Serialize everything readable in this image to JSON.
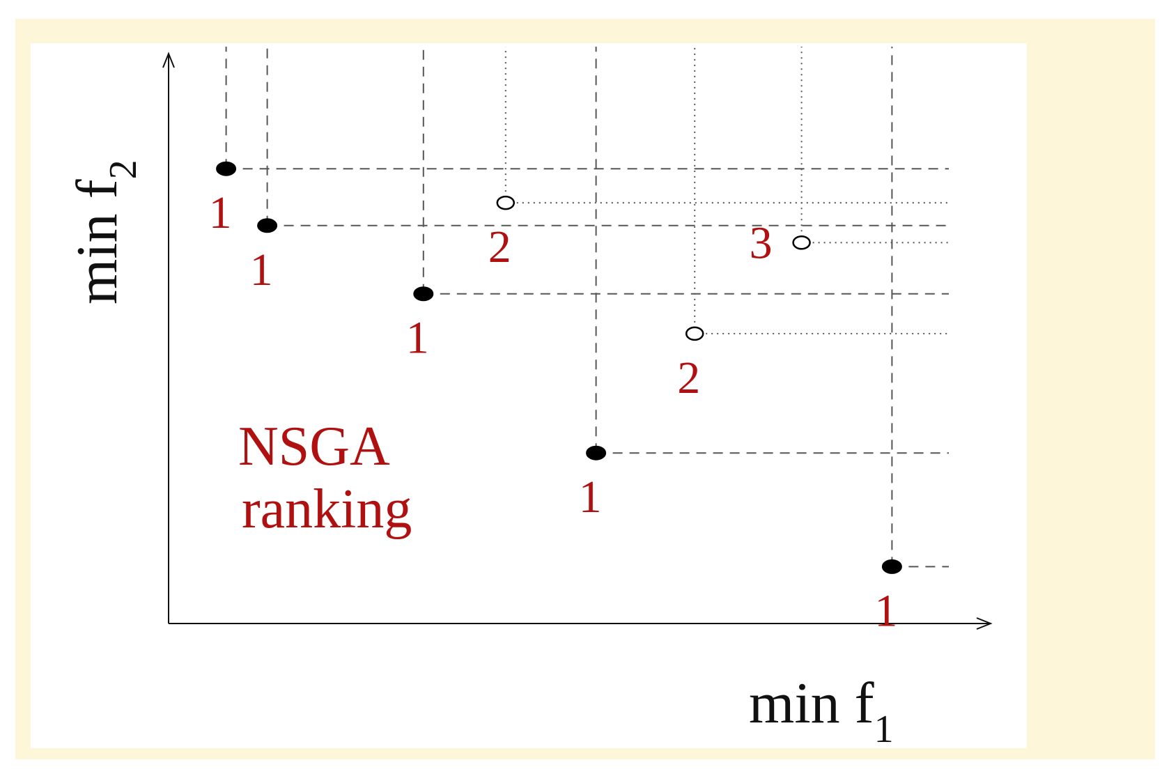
{
  "colors": {
    "frame_background": "#fdf6d9",
    "plot_background": "#ffffff",
    "axis": "#111111",
    "guide_lines": "#555555",
    "points": "#000000",
    "rank_label": "#b01010",
    "caption": "#b01010"
  },
  "caption": {
    "line1": "NSGA",
    "line2": "ranking"
  },
  "axes": {
    "x_label_prefix": "min f",
    "x_label_sub": "1",
    "y_label_prefix": "min f",
    "y_label_sub": "2"
  },
  "chart_data": {
    "type": "scatter",
    "xlabel": "min f1",
    "ylabel": "min f2",
    "grid": false,
    "series": [
      {
        "name": "rank 1",
        "marker": "filled",
        "points": [
          {
            "x": 0.07,
            "y": 0.8,
            "rank": "1"
          },
          {
            "x": 0.12,
            "y": 0.7,
            "rank": "1"
          },
          {
            "x": 0.31,
            "y": 0.58,
            "rank": "1"
          },
          {
            "x": 0.52,
            "y": 0.3,
            "rank": "1"
          },
          {
            "x": 0.88,
            "y": 0.1,
            "rank": "1"
          }
        ]
      },
      {
        "name": "rank 2",
        "marker": "open",
        "points": [
          {
            "x": 0.41,
            "y": 0.74,
            "rank": "2"
          },
          {
            "x": 0.64,
            "y": 0.51,
            "rank": "2"
          }
        ]
      },
      {
        "name": "rank 3",
        "marker": "open",
        "points": [
          {
            "x": 0.77,
            "y": 0.67,
            "rank": "3"
          }
        ]
      }
    ]
  }
}
